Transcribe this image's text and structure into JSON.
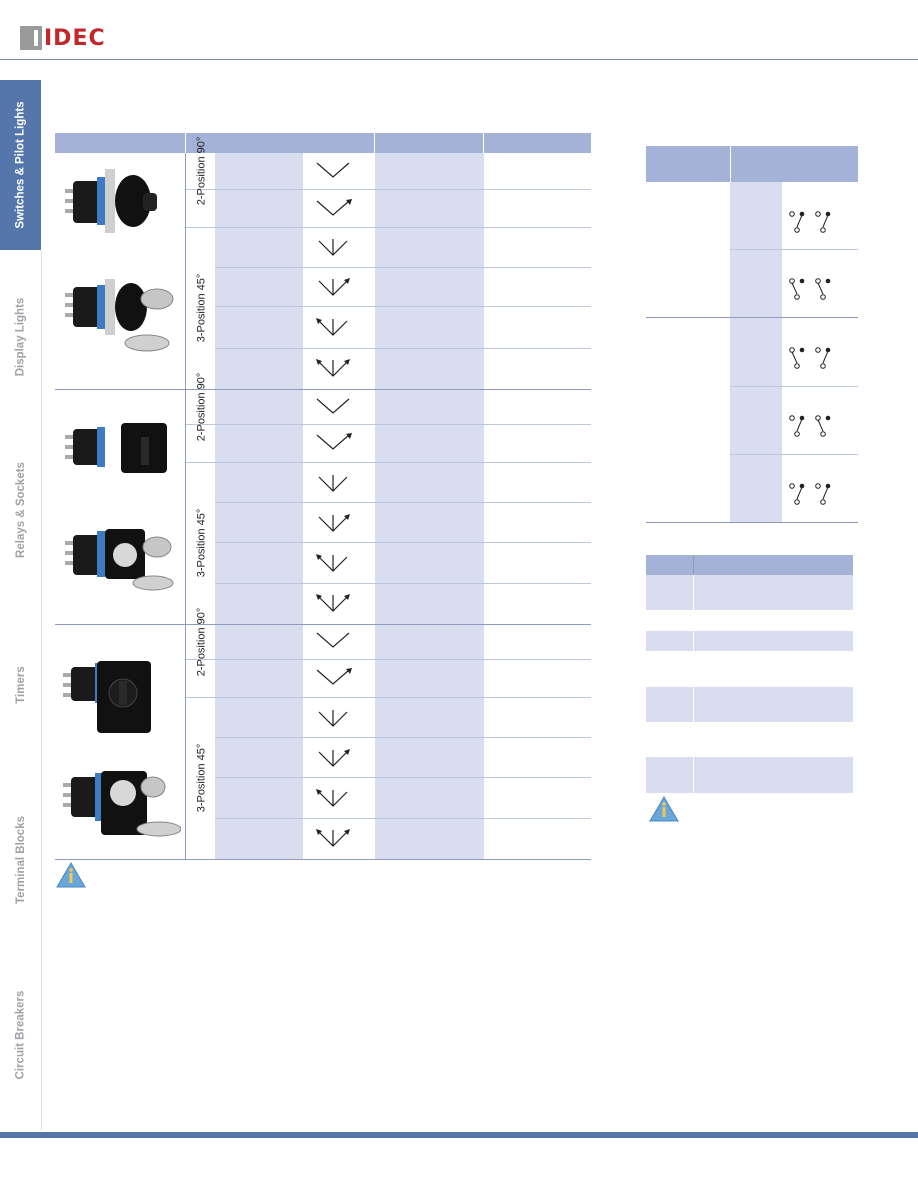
{
  "brand": {
    "logo_text": "IDEC",
    "accent": "#c0282c",
    "nav_color": "#5476ab"
  },
  "sidebar": {
    "items": [
      {
        "label": "Switches & Pilot Lights",
        "active": true
      },
      {
        "label": "Display Lights",
        "active": false
      },
      {
        "label": "Relays & Sockets",
        "active": false
      },
      {
        "label": "Timers",
        "active": false
      },
      {
        "label": "Terminal Blocks",
        "active": false
      },
      {
        "label": "Circuit Breakers",
        "active": false
      }
    ]
  },
  "main_table": {
    "groups": [
      {
        "photo": "round selector / key switch photo",
        "sub": [
          {
            "label": "2-Position 90°",
            "icons": [
              "v-plain",
              "v-right-arrow"
            ]
          },
          {
            "label": "3-Position 45°",
            "icons": [
              "y-plain",
              "y-right-arrow",
              "y-left-arrow",
              "y-both-arrows"
            ]
          }
        ]
      },
      {
        "photo": "square selector / key switch photo",
        "sub": [
          {
            "label": "2-Position 90°",
            "icons": [
              "v-plain",
              "v-right-arrow"
            ]
          },
          {
            "label": "3-Position 45°",
            "icons": [
              "y-plain",
              "y-right-arrow",
              "y-left-arrow",
              "y-both-arrows"
            ]
          }
        ]
      },
      {
        "photo": "rectangular selector / key switch photo",
        "sub": [
          {
            "label": "2-Position 90°",
            "icons": [
              "v-plain",
              "v-right-arrow"
            ]
          },
          {
            "label": "3-Position 45°",
            "icons": [
              "y-plain",
              "y-right-arrow",
              "y-left-arrow",
              "y-both-arrows"
            ]
          }
        ]
      }
    ]
  },
  "contact_table": {
    "groups": [
      {
        "rows": [
          "contact-diagram-a",
          "contact-diagram-b"
        ]
      },
      {
        "rows": [
          "contact-diagram-c",
          "contact-diagram-d",
          "contact-diagram-e"
        ]
      }
    ]
  },
  "icons": {
    "info": "info-icon"
  }
}
